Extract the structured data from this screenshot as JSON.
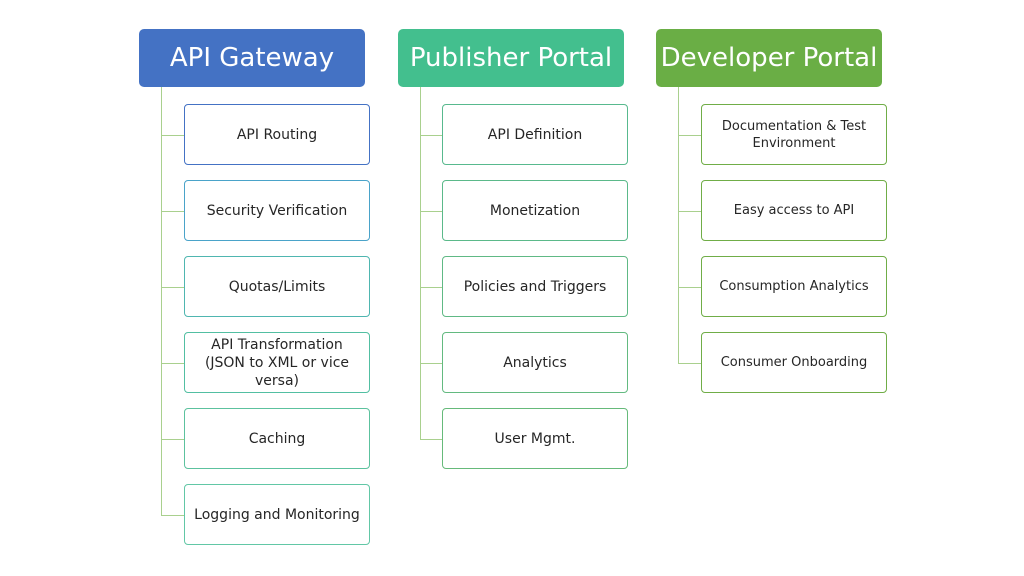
{
  "columns": [
    {
      "title": "API Gateway",
      "header_color": "#4472c4",
      "box_border_colors": [
        "#4472c4",
        "#4aa3c9",
        "#4fb6b0",
        "#52bfa2",
        "#5cc29e",
        "#62c7a6"
      ],
      "line_color": "#a9d08e",
      "items": [
        "API Routing",
        "Security Verification",
        "Quotas/Limits",
        "API Transformation (JSON to XML or vice versa)",
        "Caching",
        "Logging and Monitoring"
      ]
    },
    {
      "title": "Publisher Portal",
      "header_color": "#43bf8e",
      "box_border_colors": [
        "#58b98e",
        "#5bb98a",
        "#60b985",
        "#63ba80",
        "#66ba7a"
      ],
      "line_color": "#a9d08e",
      "items": [
        "API Definition",
        "Monetization",
        "Policies and Triggers",
        "Analytics",
        "User Mgmt."
      ]
    },
    {
      "title": "Developer Portal",
      "header_color": "#6aae45",
      "box_border_colors": [
        "#70ad47",
        "#70ad47",
        "#70ad47",
        "#70ad47"
      ],
      "line_color": "#a9d08e",
      "items": [
        "Documentation & Test Environment",
        "Easy access to API",
        "Consumption Analytics",
        "Consumer Onboarding"
      ]
    }
  ]
}
